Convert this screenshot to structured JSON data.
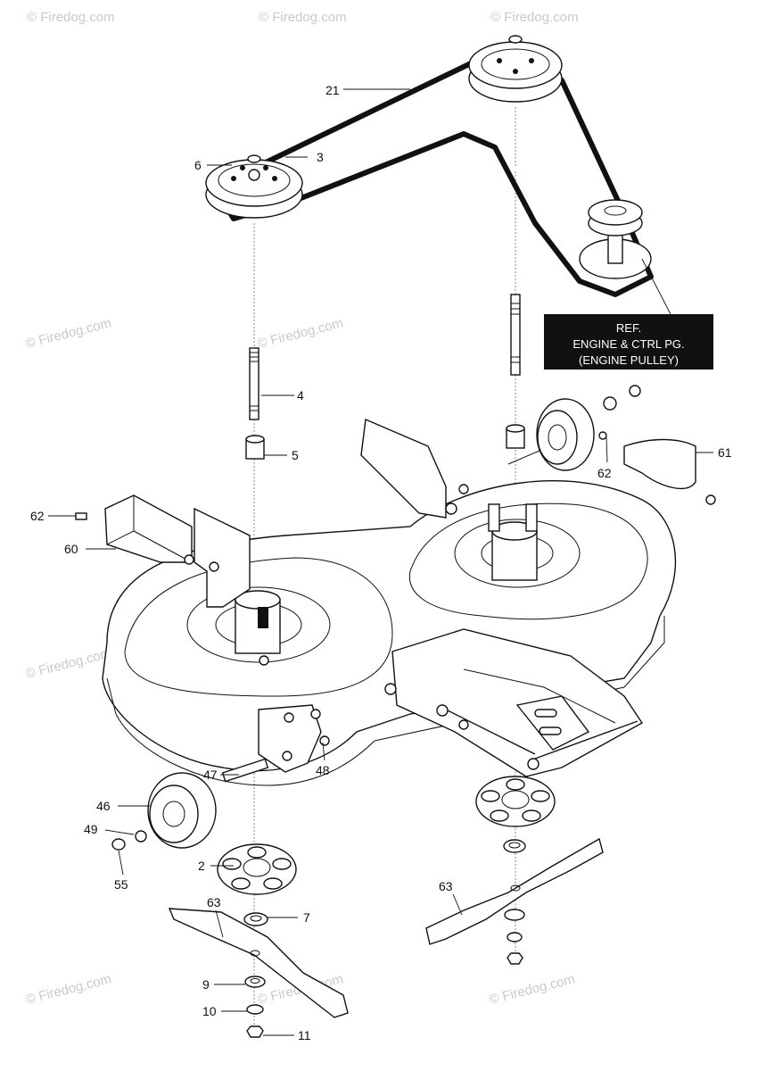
{
  "watermark": "© Firedog.com",
  "reference_box": {
    "lines": [
      "REF.",
      "ENGINE & CTRL PG.",
      "(ENGINE PULLEY)"
    ]
  },
  "callouts": {
    "c21": "21",
    "c3": "3",
    "c6": "6",
    "c4": "4",
    "c5": "5",
    "c62a": "62",
    "c61": "61",
    "c62b": "62",
    "c60": "60",
    "c47": "47",
    "c48": "48",
    "c46": "46",
    "c49": "49",
    "c55": "55",
    "c2": "2",
    "c63a": "63",
    "c7": "7",
    "c63b": "63",
    "c9": "9",
    "c10": "10",
    "c11": "11"
  },
  "colors": {
    "line": "#111111",
    "watermark": "#c9c9c9",
    "ref_box": "#111111"
  }
}
